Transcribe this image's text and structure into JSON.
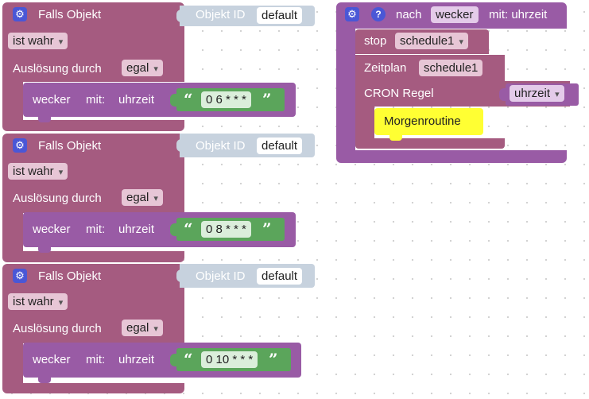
{
  "trigger_blocks": [
    {
      "header": "Falls Objekt",
      "object_label": "Objekt ID",
      "object_value": "default",
      "condition": "ist wahr",
      "trigger_label": "Auslösung durch",
      "trigger_value": "egal",
      "call_name": "wecker",
      "call_with": "mit:",
      "param": "uhrzeit",
      "cron": "0 6 * * *"
    },
    {
      "header": "Falls Objekt",
      "object_label": "Objekt ID",
      "object_value": "default",
      "condition": "ist wahr",
      "trigger_label": "Auslösung durch",
      "trigger_value": "egal",
      "call_name": "wecker",
      "call_with": "mit:",
      "param": "uhrzeit",
      "cron": "0 8 * * *"
    },
    {
      "header": "Falls Objekt",
      "object_label": "Objekt ID",
      "object_value": "default",
      "condition": "ist wahr",
      "trigger_label": "Auslösung durch",
      "trigger_value": "egal",
      "call_name": "wecker",
      "call_with": "mit:",
      "param": "uhrzeit",
      "cron": "0 10 * * *"
    }
  ],
  "function_block": {
    "prefix": "nach",
    "name": "wecker",
    "suffix": "mit: uhrzeit",
    "stop_label": "stop",
    "stop_value": "schedule1",
    "schedule_label": "Zeitplan",
    "schedule_value": "schedule1",
    "cron_label": "CRON Regel",
    "cron_value": "uhrzeit",
    "routine": "Morgenroutine"
  },
  "icons": {
    "gear": "gear-icon",
    "help": "help-icon",
    "quote_open": "“",
    "quote_close": "”"
  },
  "colors": {
    "trigger_block": "#a55b80",
    "function_block": "#995ba5",
    "text_block": "#5ba55b",
    "object_block": "#c7d2de",
    "routine_highlight": "#ffff33",
    "icon_blue": "#4a57d6"
  }
}
